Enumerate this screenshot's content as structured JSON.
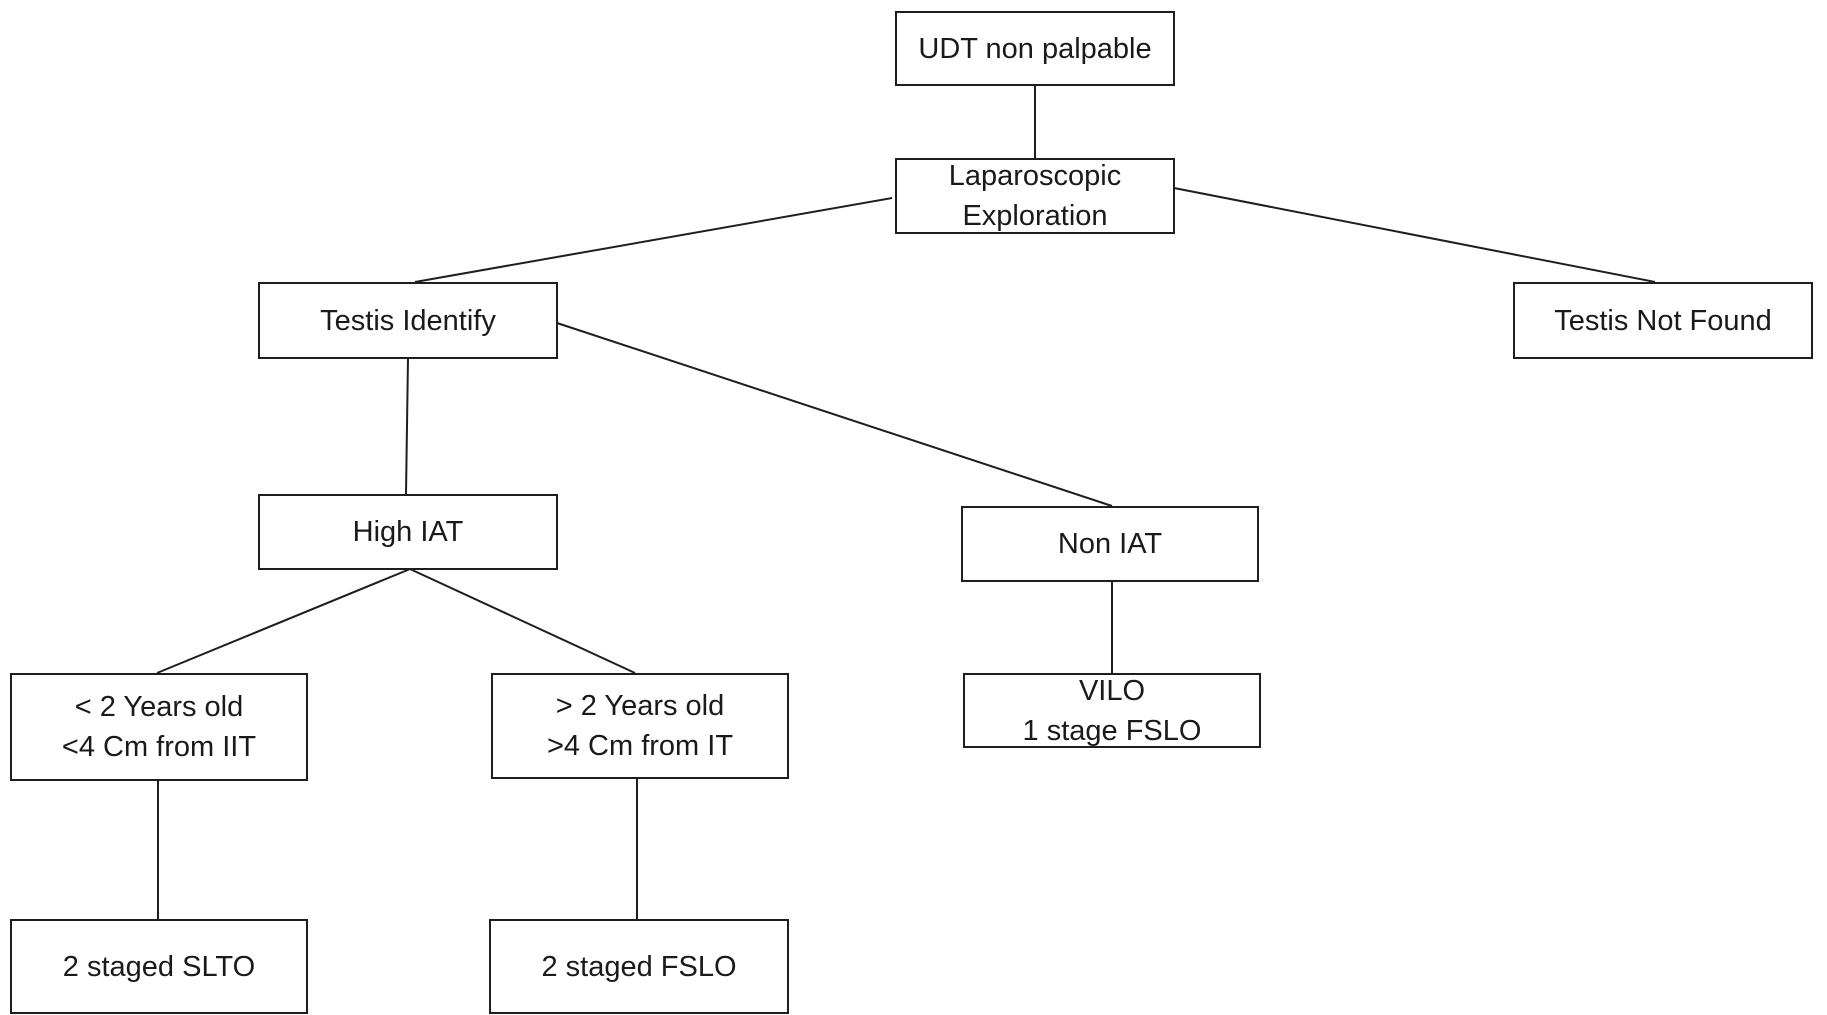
{
  "diagram": {
    "nodes": {
      "udt": {
        "lines": [
          "UDT non palpable"
        ]
      },
      "lap": {
        "lines": [
          "Laparoscopic",
          "Exploration"
        ]
      },
      "identify": {
        "lines": [
          "Testis Identify"
        ]
      },
      "notfound": {
        "lines": [
          "Testis Not Found"
        ]
      },
      "highiat": {
        "lines": [
          "High IAT"
        ]
      },
      "noniat": {
        "lines": [
          "Non IAT"
        ]
      },
      "under2": {
        "lines": [
          "< 2 Years old",
          "<4 Cm from IIT"
        ]
      },
      "over2": {
        "lines": [
          "> 2 Years old",
          ">4 Cm from IT"
        ]
      },
      "vilo": {
        "lines": [
          "VILO",
          "1 stage FSLO"
        ]
      },
      "slto": {
        "lines": [
          "2 staged SLTO"
        ]
      },
      "fslo": {
        "lines": [
          "2 staged FSLO"
        ]
      }
    },
    "edges": [
      {
        "from": "udt",
        "to": "lap"
      },
      {
        "from": "lap",
        "to": "identify"
      },
      {
        "from": "lap",
        "to": "notfound"
      },
      {
        "from": "identify",
        "to": "highiat"
      },
      {
        "from": "identify",
        "to": "noniat"
      },
      {
        "from": "highiat",
        "to": "under2"
      },
      {
        "from": "highiat",
        "to": "over2"
      },
      {
        "from": "noniat",
        "to": "vilo"
      },
      {
        "from": "under2",
        "to": "slto"
      },
      {
        "from": "over2",
        "to": "fslo"
      }
    ],
    "colors": {
      "stroke": "#1e1e1e",
      "text": "#1a1a1a",
      "background": "#ffffff"
    }
  }
}
